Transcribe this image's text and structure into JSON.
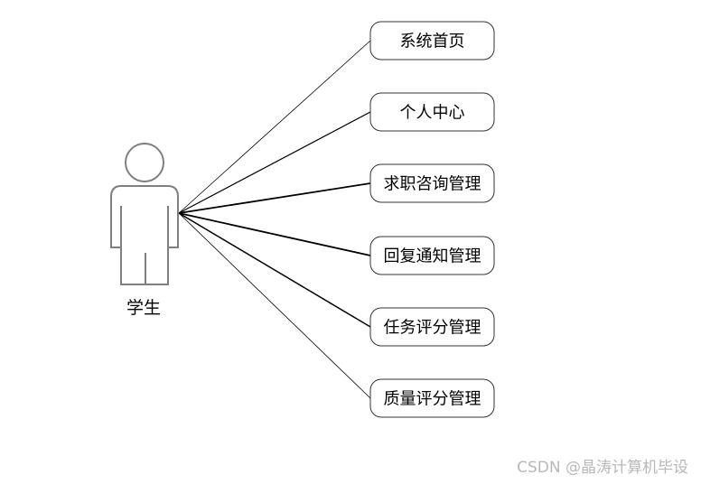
{
  "actor": {
    "name": "学生"
  },
  "use_cases": [
    {
      "label": "系统首页"
    },
    {
      "label": "个人中心"
    },
    {
      "label": "求职咨询管理"
    },
    {
      "label": "回复通知管理"
    },
    {
      "label": "任务评分管理"
    },
    {
      "label": "质量评分管理"
    }
  ],
  "watermark": "CSDN @晶涛计算机毕设",
  "colors": {
    "actor_stroke": "#7f7f7f",
    "box_stroke": "#333333",
    "line": "#000000",
    "watermark": "#b8b8b8"
  }
}
